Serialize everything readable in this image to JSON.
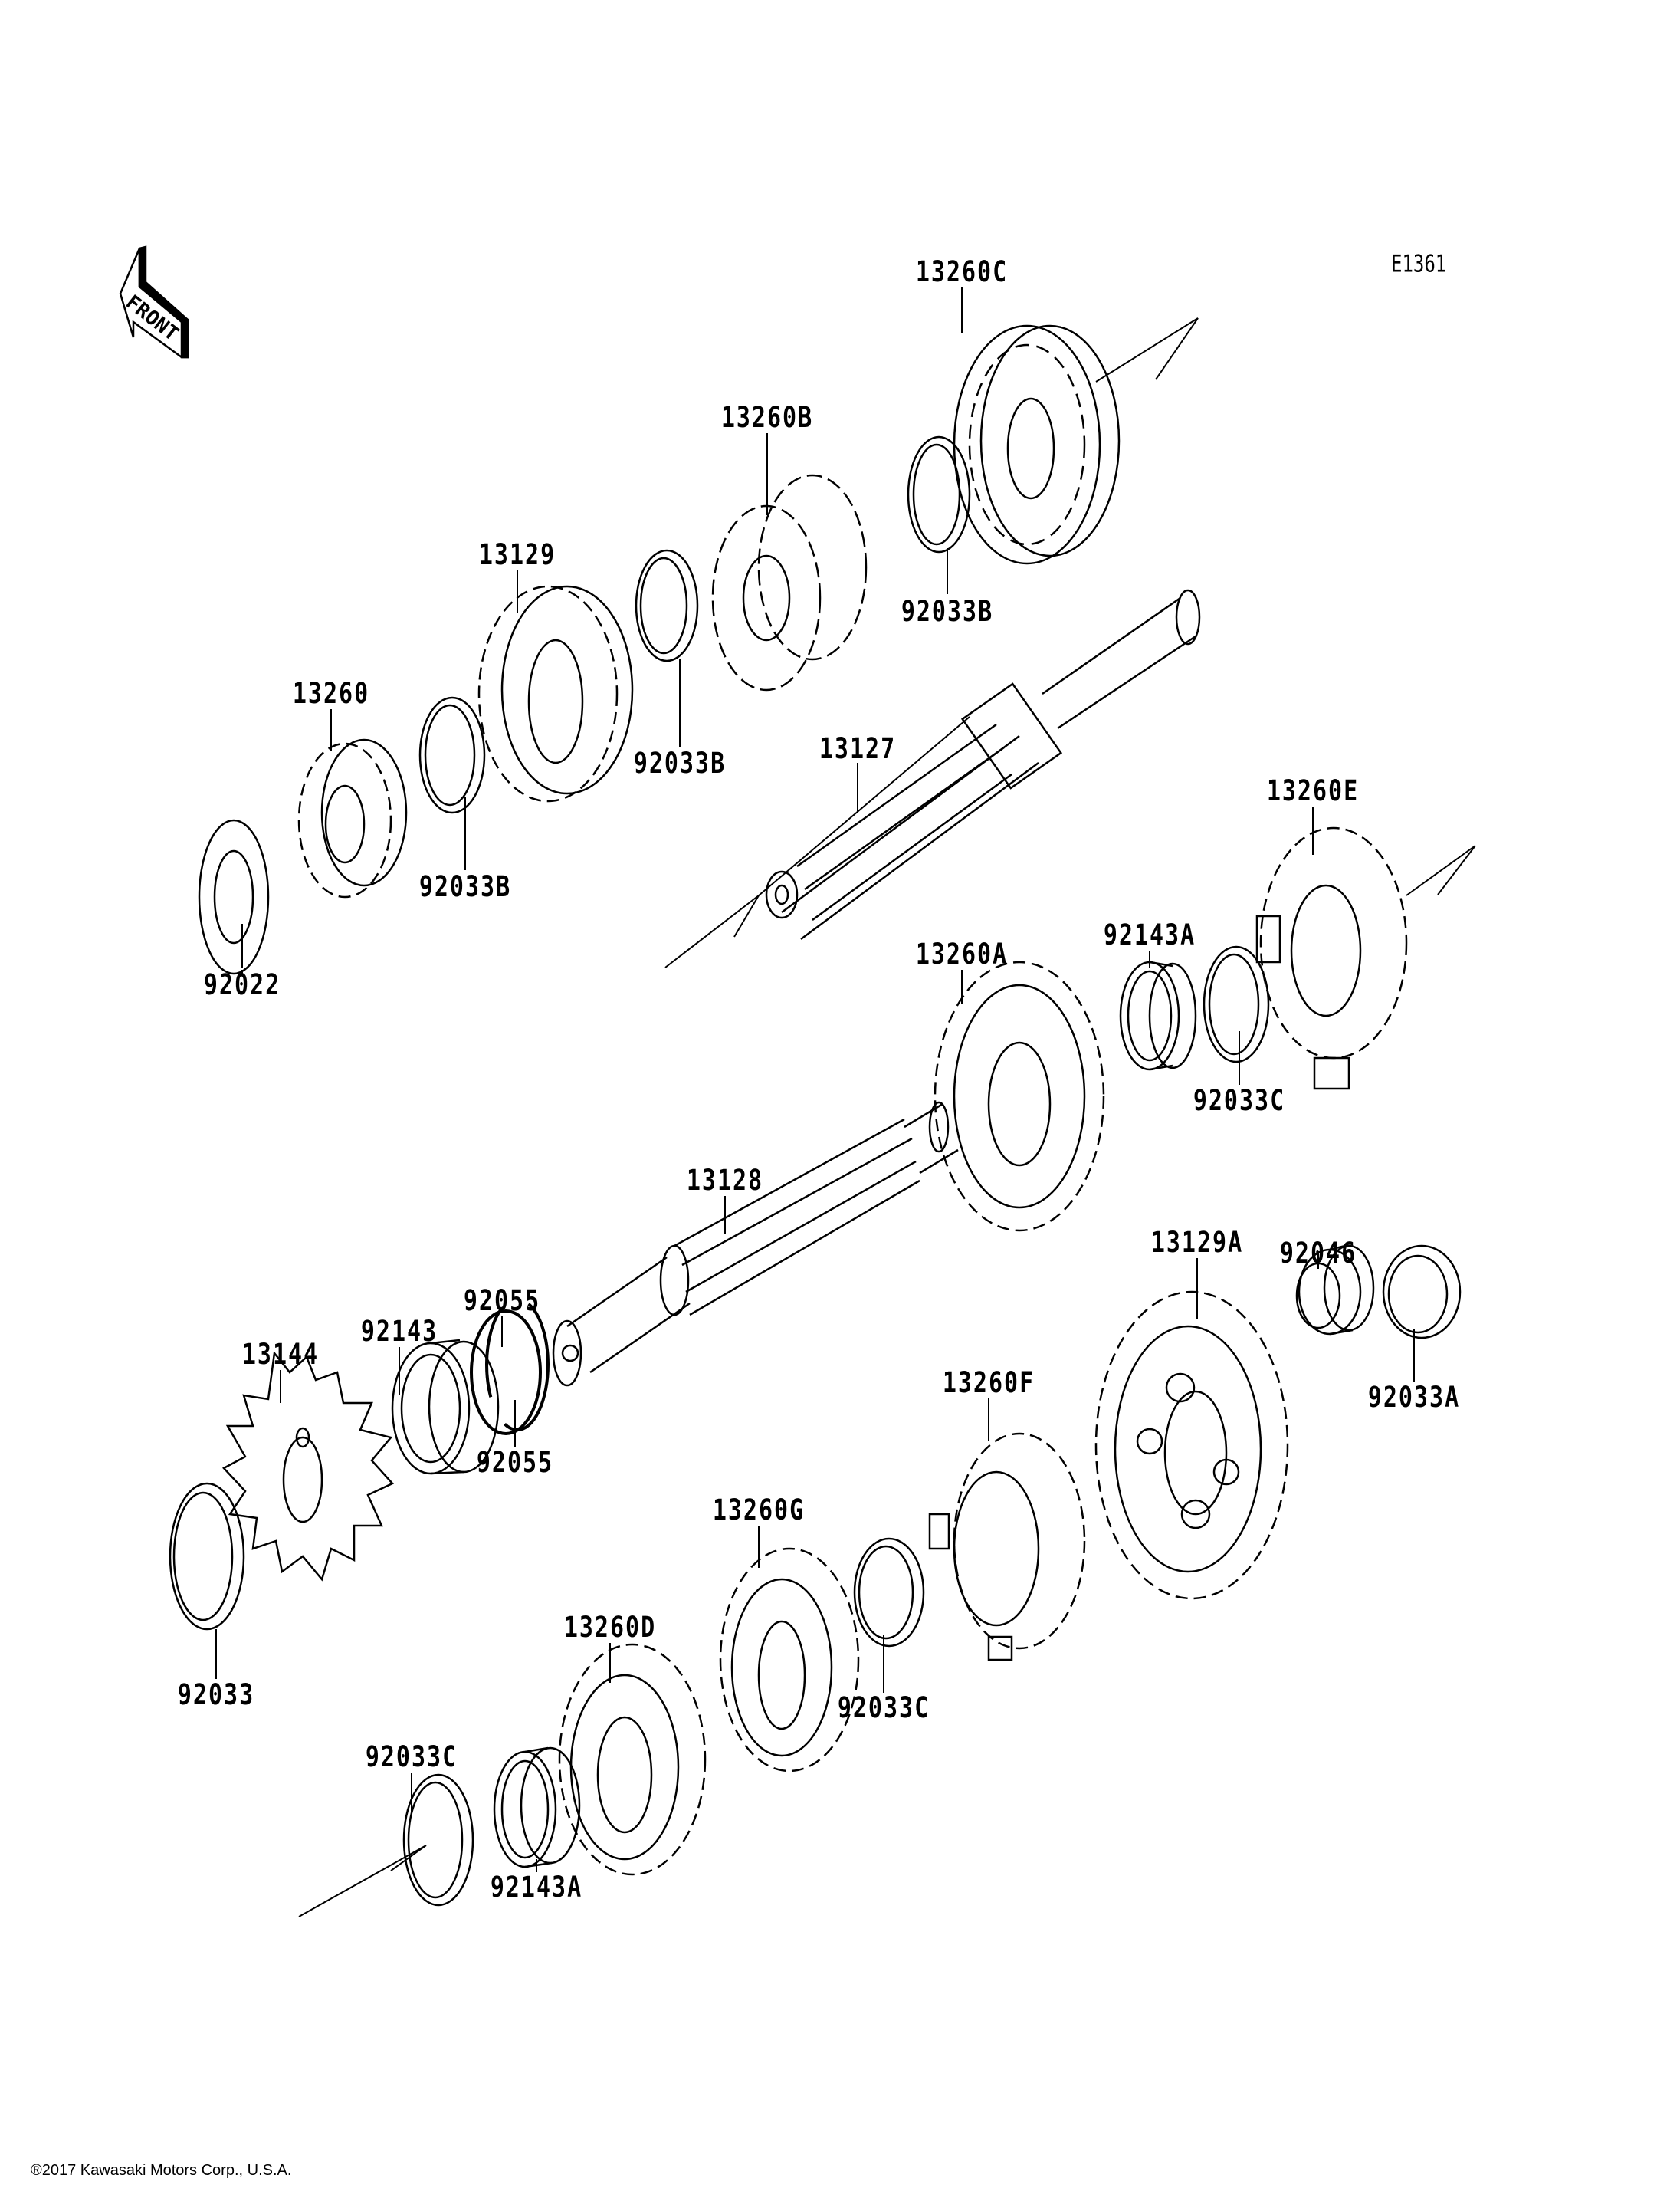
{
  "diagram": {
    "code": "E1361",
    "front_label": "FRONT",
    "copyright": "®2017 Kawasaki Motors Corp., U.S.A.",
    "parts": [
      {
        "id": "p13260C",
        "label": "13260C",
        "type": "gear",
        "group": "input-shaft"
      },
      {
        "id": "p92033B_a",
        "label": "92033B",
        "type": "circlip",
        "group": "input-shaft"
      },
      {
        "id": "p13260B",
        "label": "13260B",
        "type": "gear",
        "group": "input-shaft"
      },
      {
        "id": "p92033B_b",
        "label": "92033B",
        "type": "circlip",
        "group": "input-shaft"
      },
      {
        "id": "p13129",
        "label": "13129",
        "type": "gear",
        "group": "input-shaft"
      },
      {
        "id": "p92033B_c",
        "label": "92033B",
        "type": "circlip",
        "group": "input-shaft"
      },
      {
        "id": "p13260",
        "label": "13260",
        "type": "gear",
        "group": "input-shaft"
      },
      {
        "id": "p92022",
        "label": "92022",
        "type": "washer",
        "group": "input-shaft"
      },
      {
        "id": "p13127",
        "label": "13127",
        "type": "shaft",
        "group": "input-shaft"
      },
      {
        "id": "p13260E",
        "label": "13260E",
        "type": "gear",
        "group": "output-shaft"
      },
      {
        "id": "p92033C_a",
        "label": "92033C",
        "type": "circlip",
        "group": "output-shaft"
      },
      {
        "id": "p92143A_a",
        "label": "92143A",
        "type": "bushing",
        "group": "output-shaft"
      },
      {
        "id": "p13260A",
        "label": "13260A",
        "type": "gear",
        "group": "output-shaft"
      },
      {
        "id": "p13128",
        "label": "13128",
        "type": "shaft",
        "group": "output-shaft"
      },
      {
        "id": "p92055_a",
        "label": "92055",
        "type": "o-ring",
        "group": "output-shaft"
      },
      {
        "id": "p92055_b",
        "label": "92055",
        "type": "o-ring",
        "group": "output-shaft"
      },
      {
        "id": "p92143",
        "label": "92143",
        "type": "collar",
        "group": "output-shaft"
      },
      {
        "id": "p13144",
        "label": "13144",
        "type": "sprocket",
        "group": "output-shaft"
      },
      {
        "id": "p92033",
        "label": "92033",
        "type": "circlip",
        "group": "output-shaft"
      },
      {
        "id": "p13129A",
        "label": "13129A",
        "type": "gear",
        "group": "output-shaft"
      },
      {
        "id": "p92046",
        "label": "92046",
        "type": "needle-bearing",
        "group": "output-shaft"
      },
      {
        "id": "p92033A",
        "label": "92033A",
        "type": "circlip",
        "group": "output-shaft"
      },
      {
        "id": "p13260F",
        "label": "13260F",
        "type": "gear",
        "group": "output-shaft"
      },
      {
        "id": "p92033C_b",
        "label": "92033C",
        "type": "circlip",
        "group": "output-shaft"
      },
      {
        "id": "p13260G",
        "label": "13260G",
        "type": "gear",
        "group": "output-shaft"
      },
      {
        "id": "p13260D",
        "label": "13260D",
        "type": "gear",
        "group": "output-shaft"
      },
      {
        "id": "p92143A_b",
        "label": "92143A",
        "type": "bushing",
        "group": "output-shaft"
      },
      {
        "id": "p92033C_c",
        "label": "92033C",
        "type": "circlip",
        "group": "output-shaft"
      }
    ]
  }
}
